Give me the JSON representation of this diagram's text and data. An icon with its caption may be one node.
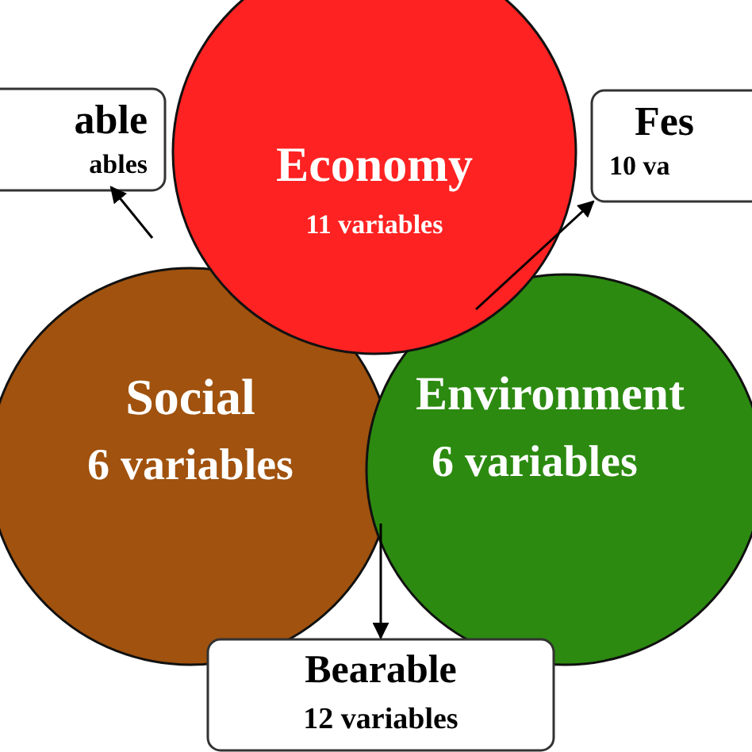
{
  "diagram": {
    "nodes": [
      {
        "text": [
          "able",
          "ables"
        ]
      },
      {
        "text": [
          "Economy",
          "11 variables"
        ]
      },
      {
        "text": [
          "Fes",
          "10 va"
        ]
      },
      {
        "text": [
          "Social",
          "6 variables"
        ]
      },
      {
        "text": [
          "Environment",
          "6 variables"
        ]
      },
      {
        "text": [
          "Bearable",
          "12 variables"
        ]
      }
    ],
    "edges": [
      {
        "from": null,
        "to": 0,
        "arrow": "to"
      },
      {
        "from": 4,
        "to": 2,
        "arrow": "to"
      },
      {
        "from": 4,
        "to": 5,
        "arrow": "to"
      }
    ]
  }
}
